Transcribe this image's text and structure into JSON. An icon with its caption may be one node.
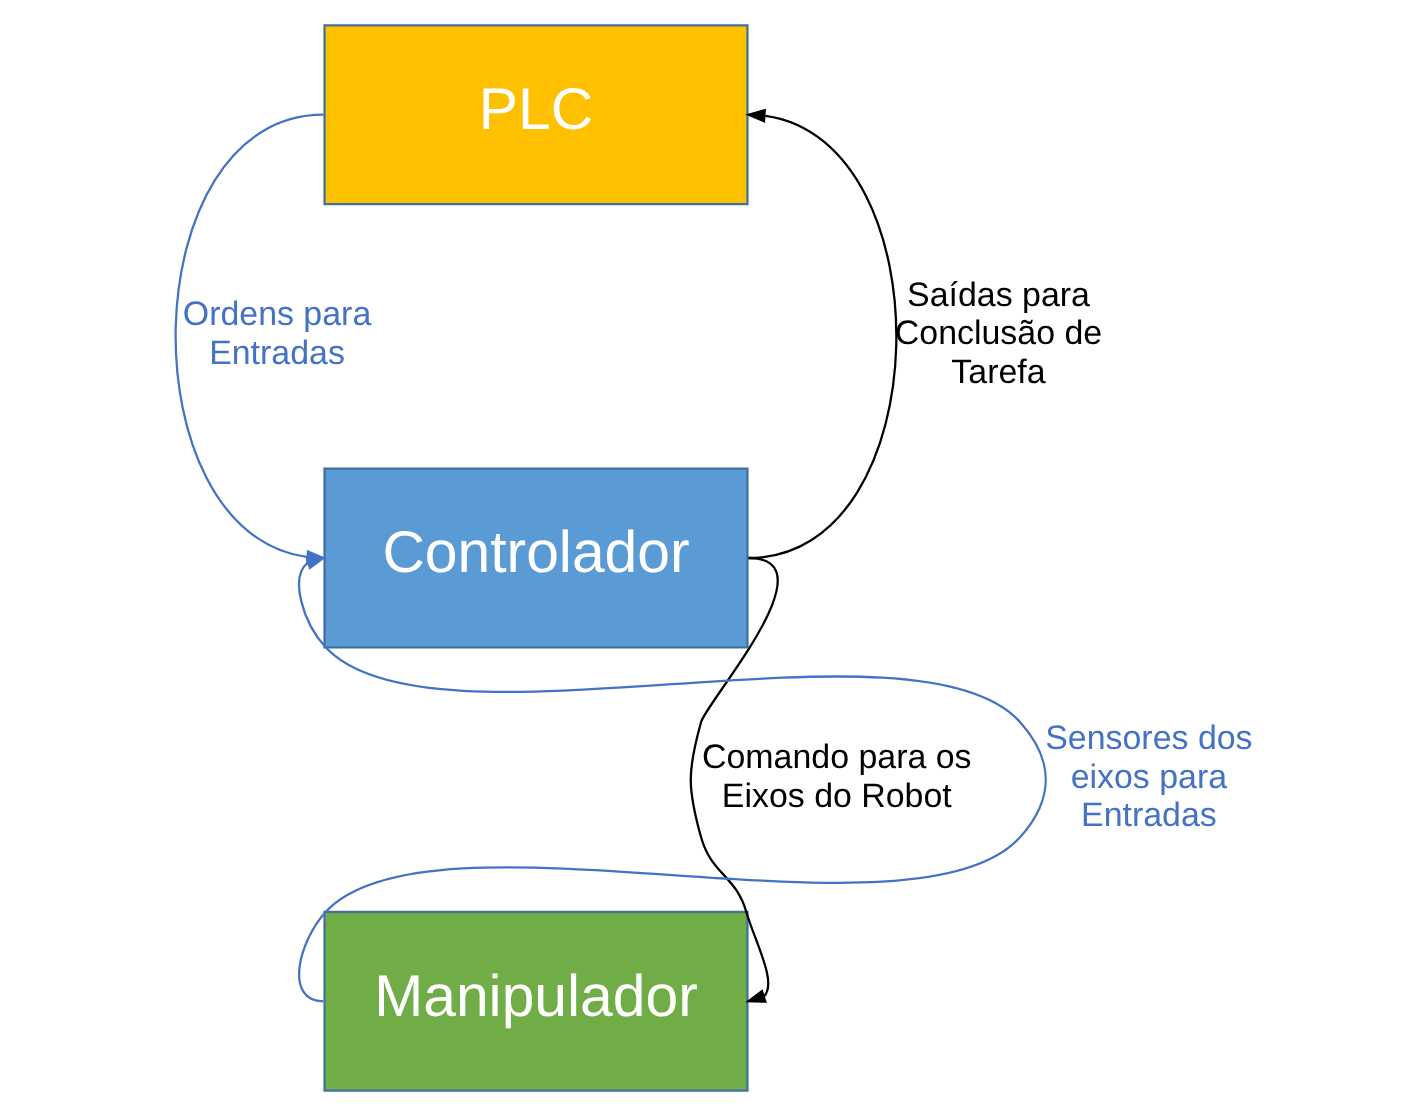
{
  "diagram": {
    "nodes": [
      {
        "text": [
          "PLC"
        ]
      },
      {
        "text": [
          "Controlador"
        ]
      },
      {
        "text": [
          "Manipulador"
        ]
      }
    ],
    "edges": [
      {
        "from": 0,
        "to": 1,
        "arrow": "to",
        "label": "Ordens para Entradas",
        "color": "#4472c4"
      },
      {
        "from": 2,
        "to": 1,
        "arrow": "to",
        "label": "Sensores dos eixos para Entradas",
        "color": "#4472c4"
      },
      {
        "from": 1,
        "to": 0,
        "arrow": "to",
        "label": "Saídas para Conclusão de Tarefa",
        "color": "#000000"
      },
      {
        "from": 1,
        "to": 2,
        "arrow": "to",
        "label": "Comando para os Eixos do Robot",
        "color": "#000000"
      }
    ]
  }
}
